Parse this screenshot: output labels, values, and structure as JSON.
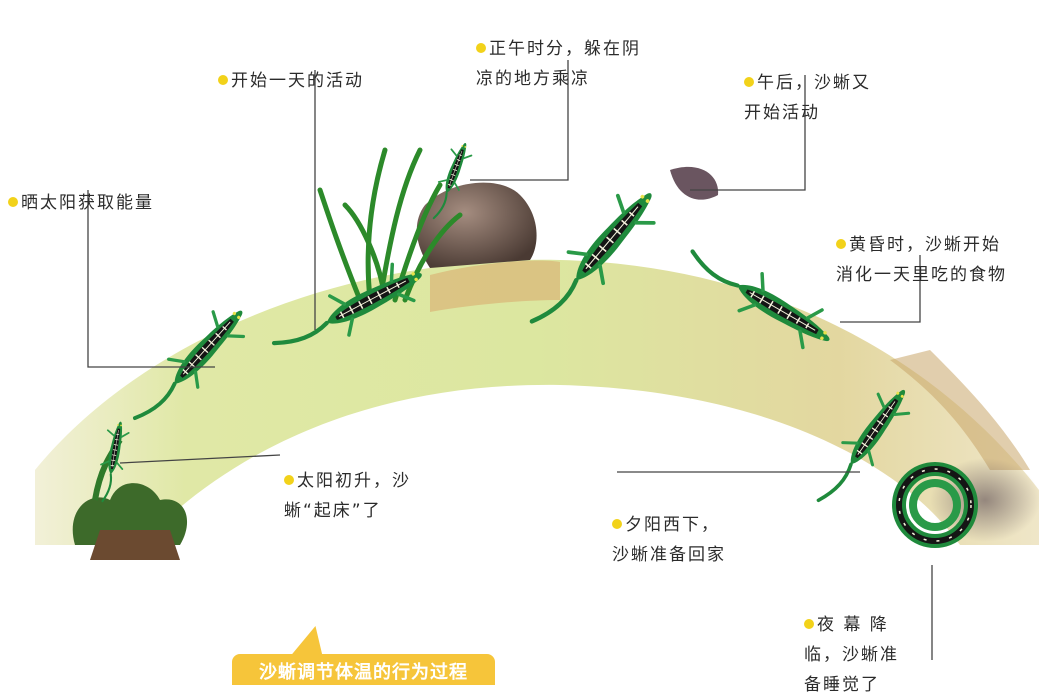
{
  "caption": "沙蜥调节体温的行为过程",
  "labels": {
    "sunrise": "太阳初升，沙\n蜥“起床”了",
    "bask": "晒太阳获取能量",
    "start": "开始一天的活动",
    "noon": "正午时分，躲在阴\n凉的地方乘凉",
    "afternoon": "午后，沙蜥又\n开始活动",
    "dusk": "黄昏时，沙蜥开始\n消化一天里吃的食物",
    "sunset": "夕阳西下，\n沙蜥准备回家",
    "night": "夜 幕 降\n临，沙蜥准\n备睡觉了"
  },
  "colors": {
    "arc": "#dfe8a8",
    "sand": "#d9b87a",
    "lizard_body": "#1f8a3c",
    "lizard_back": "#151515",
    "bullet": "#f2d21a",
    "caption_bg": "#f6c53a"
  }
}
